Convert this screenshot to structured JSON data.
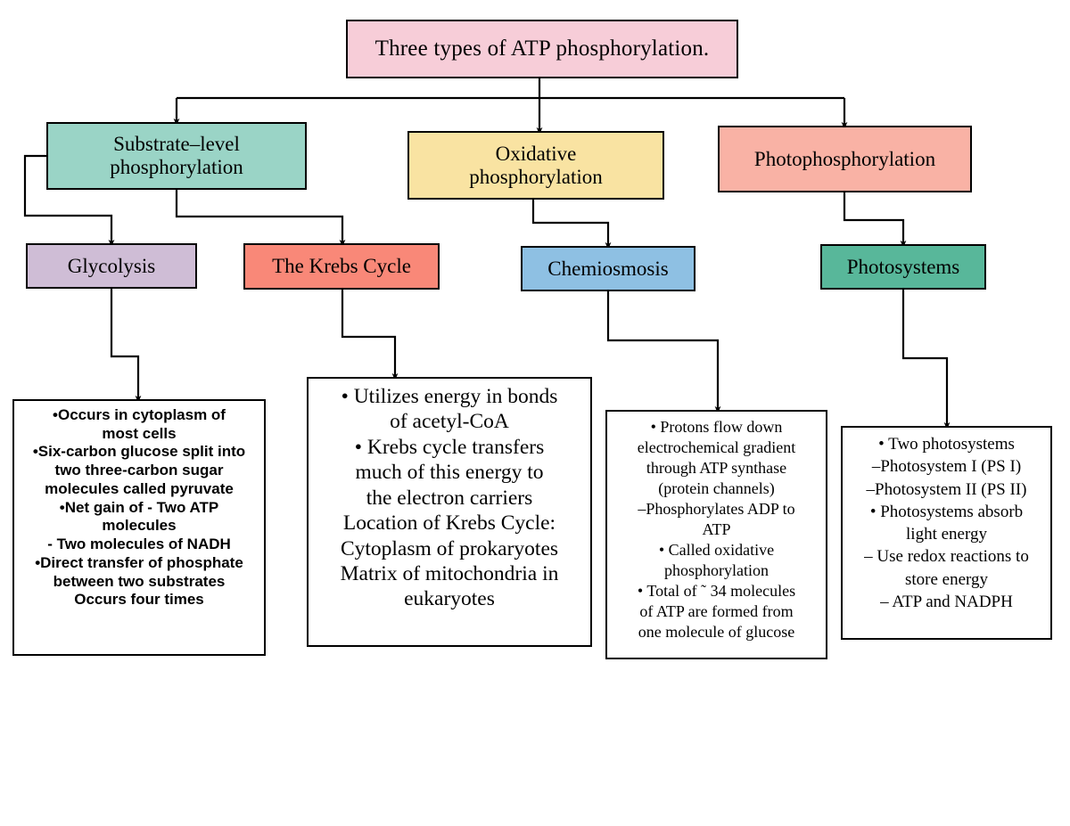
{
  "diagram": {
    "title_box": {
      "text": "Three types of ATP phosphorylation.",
      "color": "#f7cdd8"
    },
    "level2": [
      {
        "text": "Substrate–level\nphosphorylation",
        "color": "#9ad4c6"
      },
      {
        "text": "Oxidative\nphosphorylation",
        "color": "#f9e3a2"
      },
      {
        "text": "Photophosphorylation",
        "color": "#f9b2a5"
      }
    ],
    "level3": [
      {
        "text": "Glycolysis",
        "color": "#cfbdd6"
      },
      {
        "text": "The Krebs Cycle",
        "color": "#f98878"
      },
      {
        "text": "Chemiosmosis",
        "color": "#8ec0e3"
      },
      {
        "text": "Photosystems",
        "color": "#58b79a"
      }
    ],
    "details": [
      {
        "text": "•Occurs in cytoplasm of\nmost cells\n•Six-carbon glucose split into\ntwo three-carbon sugar\nmolecules called pyruvate\n•Net gain of - Two ATP\nmolecules\n- Two  molecules of NADH\n•Direct transfer of phosphate\nbetween two substrates\nOccurs four times",
        "color": "#ffffff"
      },
      {
        "text": "• Utilizes energy in bonds\nof acetyl-CoA\n• Krebs cycle transfers\nmuch of this energy to\nthe electron carriers\nLocation of Krebs Cycle:\nCytoplasm of prokaryotes\nMatrix of mitochondria in\neukaryotes",
        "color": "#ffffff"
      },
      {
        "text": "• Protons flow down\nelectrochemical gradient\nthrough ATP synthase\n(protein channels)\n–Phosphorylates ADP to\nATP\n• Called oxidative\nphosphorylation\n• Total of ˜ 34 molecules\nof ATP are formed from\none molecule of glucose",
        "color": "#ffffff"
      },
      {
        "text": "• Two photosystems\n–Photosystem I (PS I)\n–Photosystem II (PS II)\n• Photosystems absorb\nlight energy\n– Use redox reactions to\nstore energy\n– ATP and NADPH",
        "color": "#ffffff"
      }
    ],
    "stroke_color": "#000000"
  }
}
